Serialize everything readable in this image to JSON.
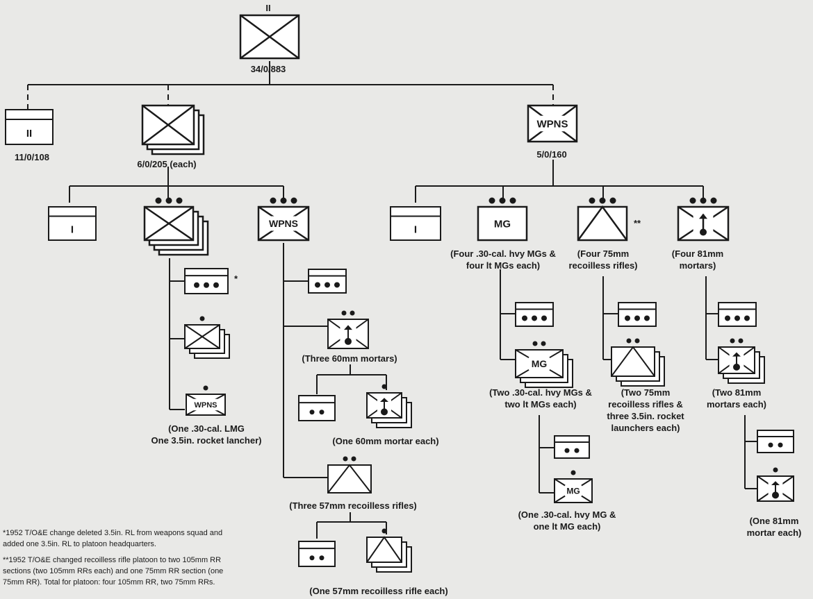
{
  "battalion": {
    "echelon": "II",
    "strength": "34/0/883"
  },
  "hq_company": {
    "echelon": "II",
    "strength": "11/0/108"
  },
  "rifle_company": {
    "strength": "6/0/205 (each)"
  },
  "weapons_company": {
    "label": "WPNS",
    "strength": "5/0/160"
  },
  "rifle_co": {
    "hq_platoon": {
      "echelon": "I"
    },
    "weapons_platoon": {
      "label": "WPNS"
    },
    "rifle_platoon_squads": {
      "star": "*",
      "weapons_squad_label": "WPNS",
      "weapons_squad_caption": [
        "(One .30-cal. LMG",
        "One 3.5in. rocket lancher)"
      ]
    },
    "weapons_platoon_units": {
      "mortar_section_caption": "(Three 60mm mortars)",
      "mortar_squad_caption": "(One 60mm mortar each)",
      "rr_section_caption": "(Three 57mm recoilless rifles)",
      "rr_squad_caption": "(One 57mm recoilless rifle each)"
    }
  },
  "weapons_co": {
    "hq_platoon": {
      "echelon": "I"
    },
    "mg_platoon": {
      "label": "MG",
      "caption": [
        "(Four .30-cal. hvy MGs &",
        "four lt MGs each)"
      ],
      "section_label": "MG",
      "section_caption": [
        "(Two .30-cal. hvy MGs &",
        "two lt MGs each)"
      ],
      "squad_label": "MG",
      "squad_caption": [
        "(One .30-cal. hvy MG &",
        "one lt MG each)"
      ]
    },
    "rr_platoon": {
      "star": "**",
      "caption": [
        "(Four 75mm",
        "recoilless rifles)"
      ],
      "section_caption": [
        "(Two 75mm",
        "recoilless rifles &",
        "three 3.5in. rocket",
        "launchers each)"
      ]
    },
    "mortar_platoon": {
      "caption": [
        "(Four 81mm",
        "mortars)"
      ],
      "section_caption": [
        "(Two 81mm",
        "mortars each)"
      ],
      "squad_caption": [
        "(One 81mm",
        "mortar each)"
      ]
    }
  },
  "footnotes": {
    "note1": [
      "*1952 T/O&E change deleted 3.5in. RL from weapons squad and",
      "added one 3.5in. RL to platoon headquarters."
    ],
    "note2": [
      "**1952 T/O&E changed recoilless rifle platoon to two 105mm RR",
      "sections (two 105mm RRs each) and one 75mm RR section (one",
      "75mm RR). Total for platoon: four 105mm RR, two 75mm RRs."
    ]
  },
  "colors": {
    "ink": "#1a1a1a",
    "background": "#e9e9e7",
    "box_fill": "#ffffff"
  }
}
